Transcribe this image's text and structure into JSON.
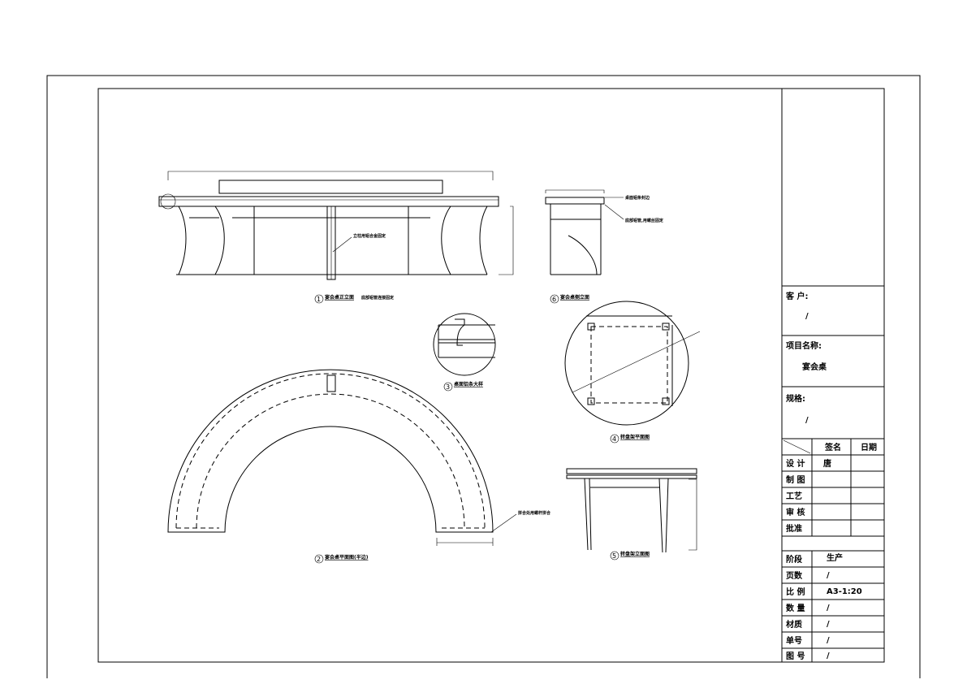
{
  "views": [
    {
      "num": "1",
      "title": "宴会桌正立面",
      "note": "底部铝管连接固定"
    },
    {
      "num": "2",
      "title": "宴会桌平面图(半边)"
    },
    {
      "num": "3",
      "title": "桌面铝条大样"
    },
    {
      "num": "4",
      "title": "转盘架平面图"
    },
    {
      "num": "5",
      "title": "转盘架立面图"
    },
    {
      "num": "6",
      "title": "宴会桌侧立面"
    }
  ],
  "annotations": {
    "front_center": "立柱用铝合金固定",
    "side_top": "桌面铝条封边",
    "side_mid": "底部铝管,用螺丝固定",
    "plan_joint": "拼合处用螺杆拼合"
  },
  "title_block": {
    "client_label": "客 户:",
    "client_value": "/",
    "project_label": "项目名称:",
    "project_value": "宴会桌",
    "spec_label": "规格:",
    "spec_value": "/",
    "sign_header": "签名",
    "date_header": "日期",
    "roles": [
      {
        "label": "设 计",
        "sign": "唐"
      },
      {
        "label": "制 图",
        "sign": ""
      },
      {
        "label": "工艺",
        "sign": ""
      },
      {
        "label": "审 核",
        "sign": ""
      },
      {
        "label": "批准",
        "sign": ""
      }
    ],
    "info": [
      {
        "label": "阶段",
        "value": "生产"
      },
      {
        "label": "页数",
        "value": "/"
      },
      {
        "label": "比 例",
        "value": "A3-1:20"
      },
      {
        "label": "数 量",
        "value": "/"
      },
      {
        "label": "材质",
        "value": "/"
      },
      {
        "label": "单号",
        "value": "/"
      },
      {
        "label": "图 号",
        "value": "/"
      }
    ]
  }
}
